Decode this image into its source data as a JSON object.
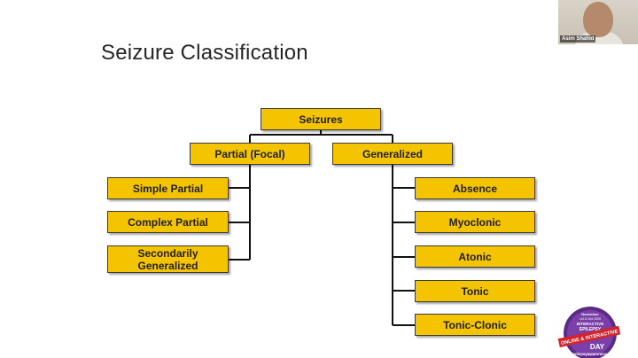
{
  "slide": {
    "title": "Seizure Classification"
  },
  "chart": {
    "root": "Seizures",
    "partial": "Partial (Focal)",
    "generalized": "Generalized",
    "partial_children": [
      "Simple Partial",
      "Complex Partial",
      "Secondarily Generalized"
    ],
    "generalized_children": [
      "Absence",
      "Myoclonic",
      "Atonic",
      "Tonic",
      "Tonic-Clonic"
    ]
  },
  "video": {
    "participant_name": "Asim Shahid"
  },
  "logo": {
    "line1": "November",
    "line2": "1st & 2nd 2020",
    "line3": "INTERACTIVE",
    "line4": "EPILEPSY",
    "line5": "ONLINE & INTERACTIVE",
    "line6": "DAY",
    "line7": "#epilepsyawareness"
  },
  "colors": {
    "box_fill": "#f5c400",
    "box_border": "#3a3a3a",
    "connector": "#111111",
    "title_text": "#262626",
    "logo_ring": "#5b2a86",
    "logo_band": "#d4232c"
  }
}
